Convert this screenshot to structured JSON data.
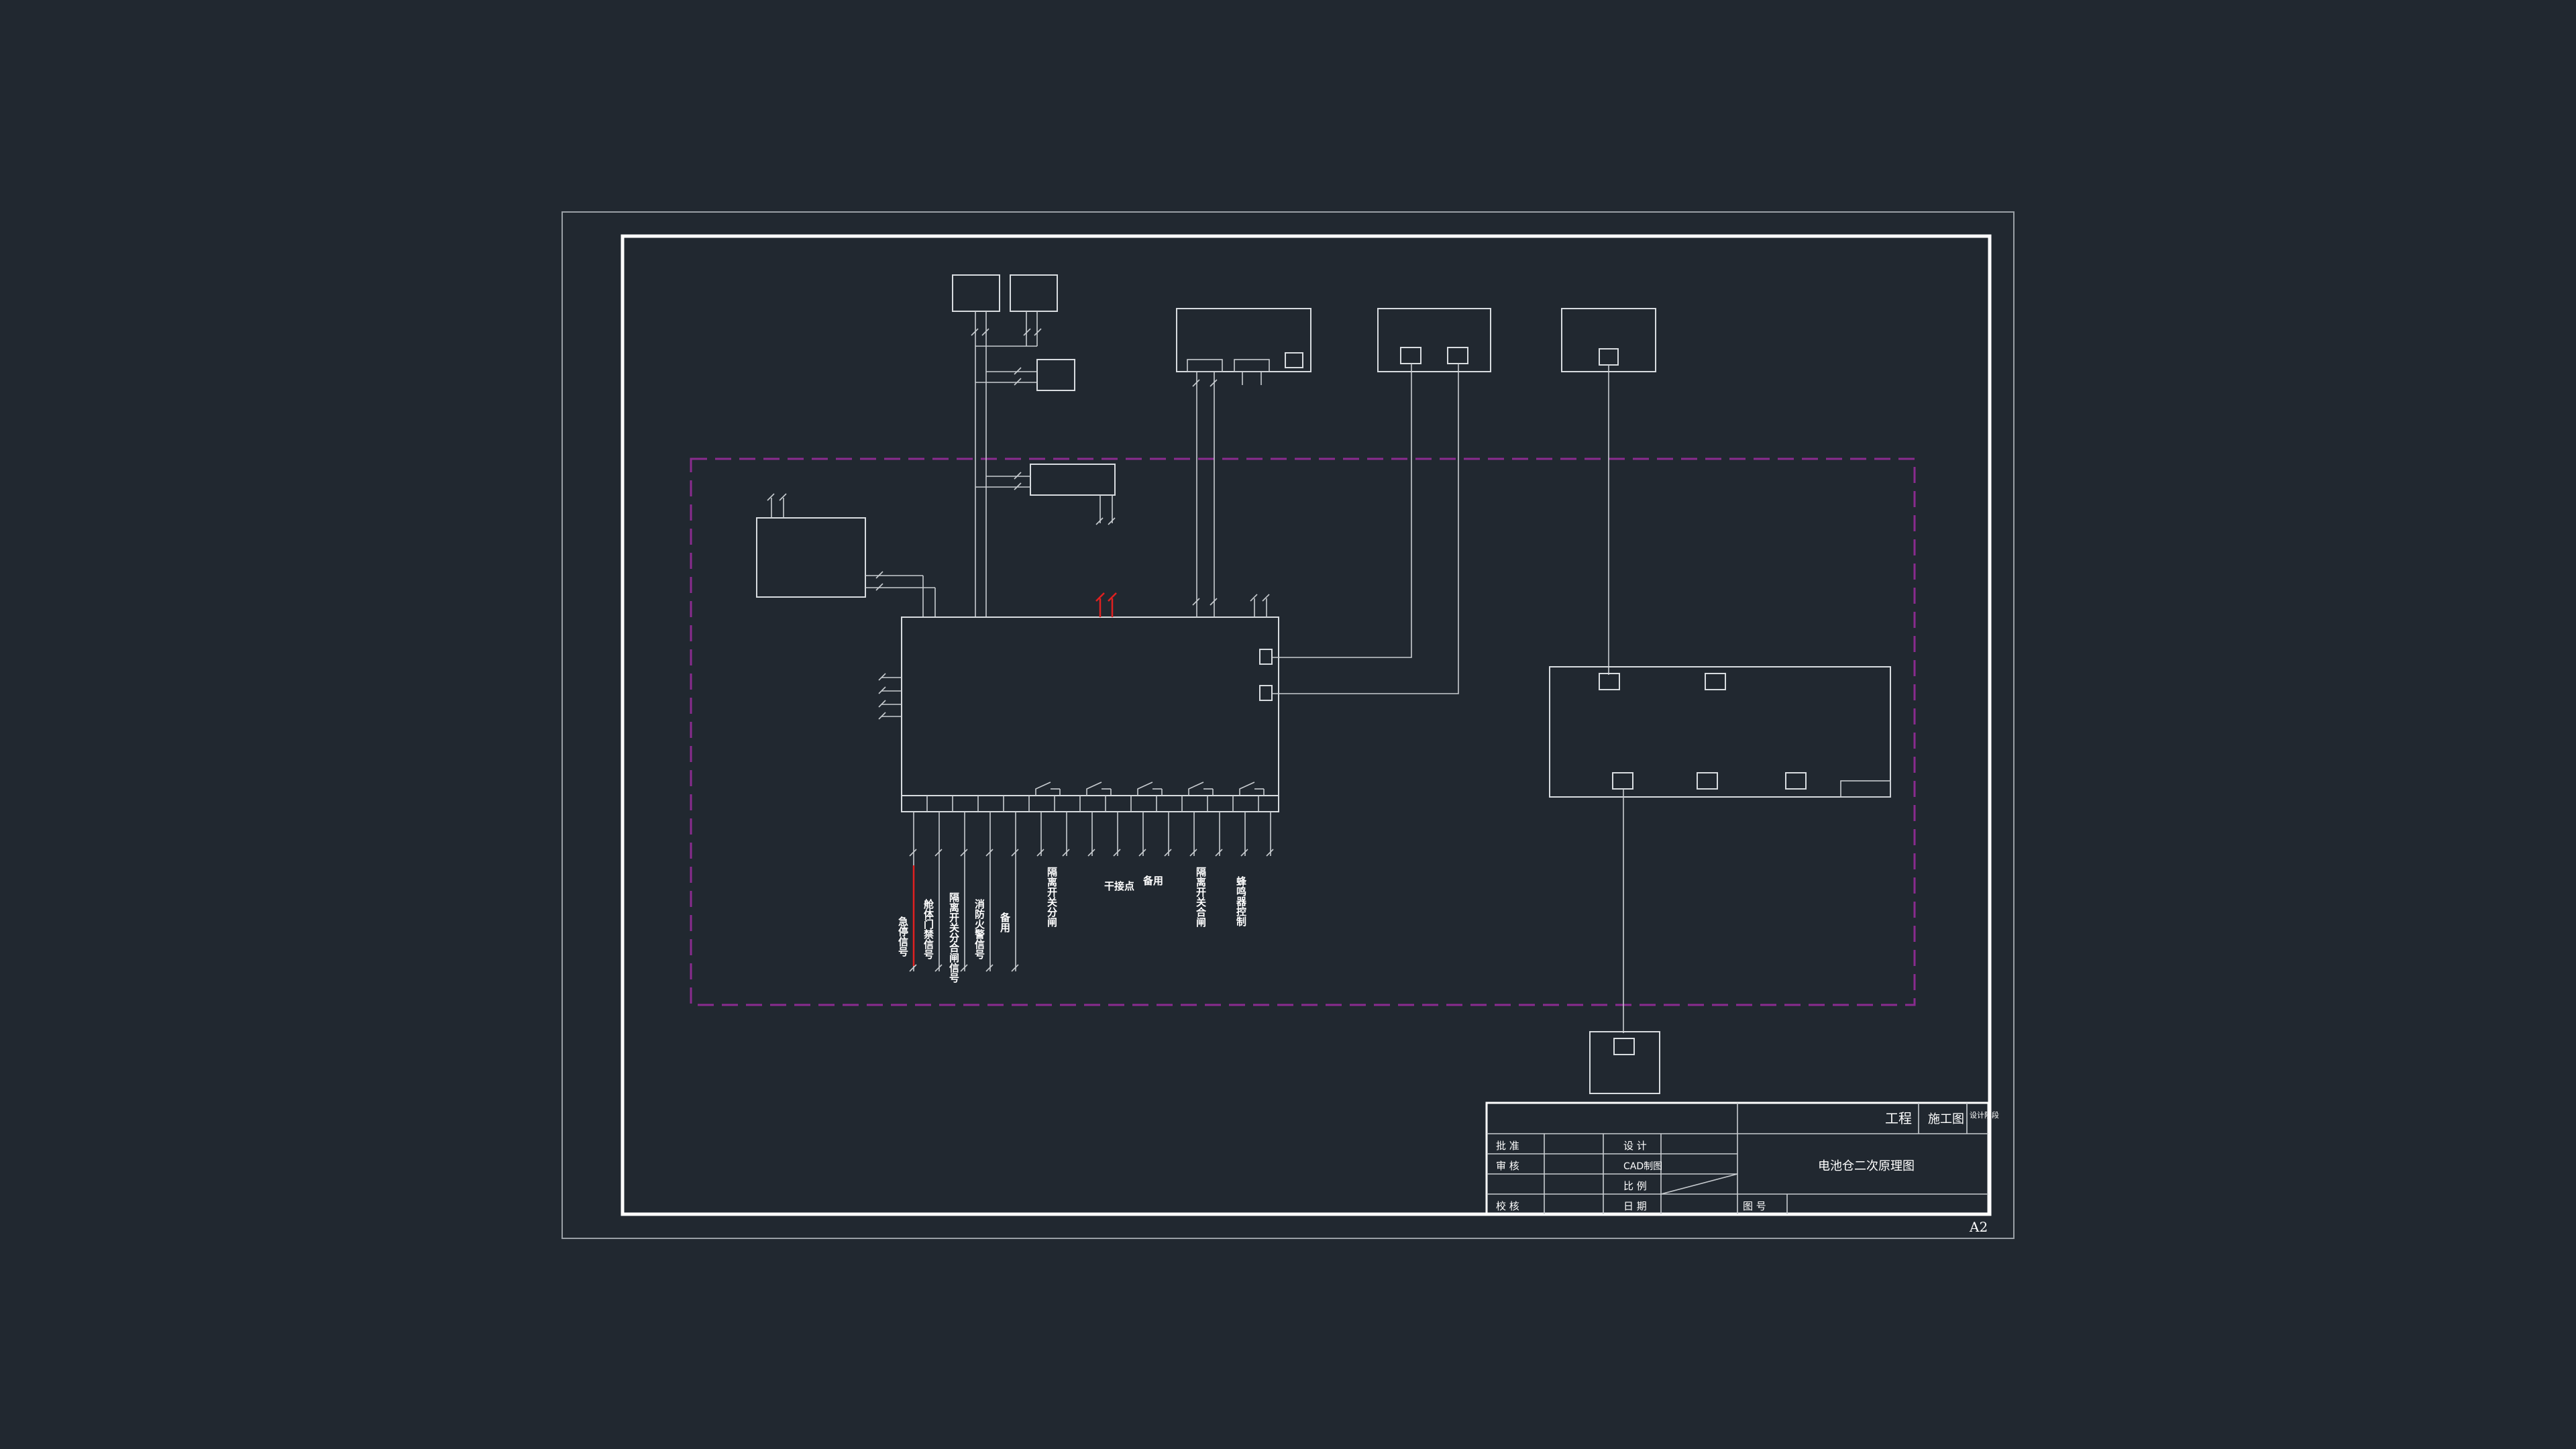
{
  "title_block": {
    "project_label": "工程",
    "stage": "施工图",
    "stage_note": "设计阶段",
    "drawing_title": "电池仓二次原理图",
    "approve": "批  准",
    "review": "审  核",
    "check": "校  核",
    "design": "设  计",
    "cad": "CAD制图",
    "scale": "比  例",
    "date": "日  期",
    "drawing_no": "图  号"
  },
  "sheet_size": "A2",
  "terminal_labels": [
    "急停信号",
    "舱体门禁信号",
    "隔离开关分合闸信号",
    "消防火警信号",
    "备用",
    "隔离开关分闸",
    "干接点",
    "备用",
    "隔离开关合闸",
    "蜂鸣器控制"
  ],
  "colors": {
    "background": "#212830",
    "lines": "#d8dce0",
    "dashed_boundary": "#8a2b8f",
    "highlight": "#e02020"
  }
}
